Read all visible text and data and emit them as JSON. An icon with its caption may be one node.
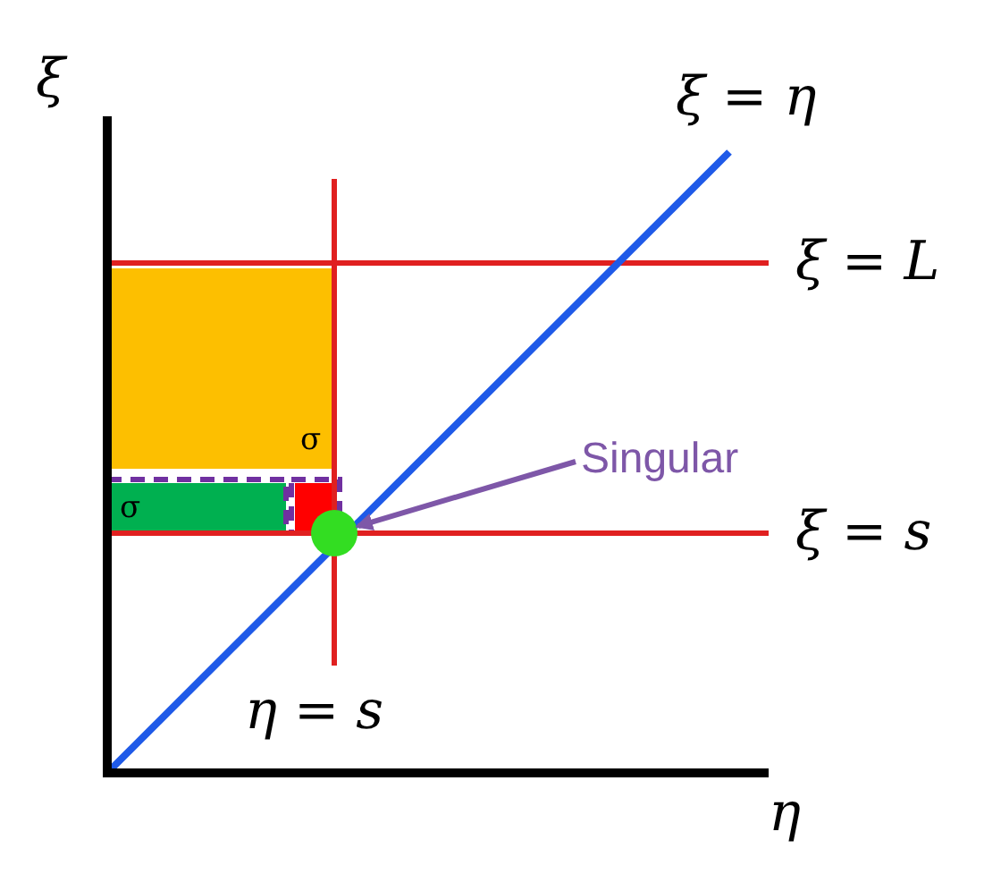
{
  "diagram": {
    "nodes": [
      {
        "text": [
          "Singular"
        ]
      },
      {
        "text": [],
        "shape": "circle"
      }
    ],
    "edges": [
      {
        "from": 0,
        "to": 1,
        "arrow": "to"
      }
    ],
    "labels": [
      "ξ",
      "ξ = η",
      "ξ = L",
      "σ",
      "σ",
      "ξ = s",
      "η = s",
      "η"
    ]
  }
}
